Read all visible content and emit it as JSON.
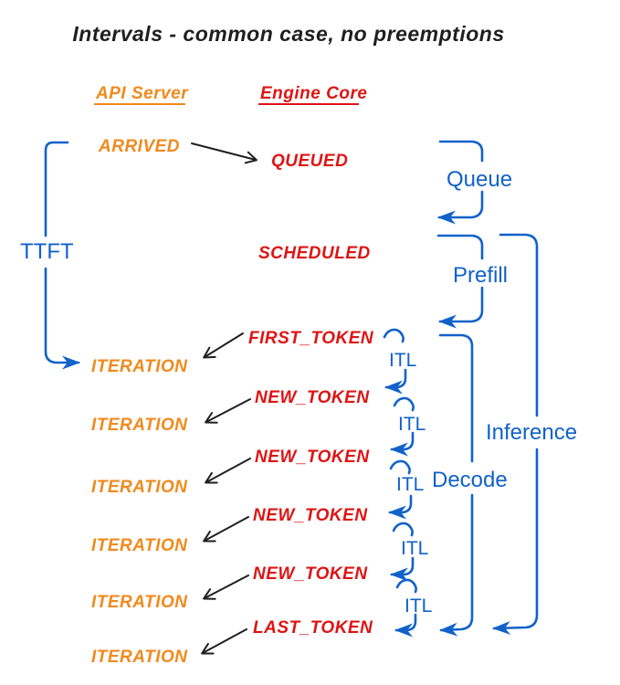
{
  "title": "Intervals - common case, no preemptions",
  "columns": {
    "api_server": "API Server",
    "engine_core": "Engine Core"
  },
  "api_events": {
    "arrived": "ARRIVED",
    "iteration": "ITERATION"
  },
  "engine_events": {
    "queued": "QUEUED",
    "scheduled": "SCHEDULED",
    "first_token": "FIRST_TOKEN",
    "new_token": "NEW_TOKEN",
    "last_token": "LAST_TOKEN"
  },
  "intervals": {
    "ttft": "TTFT",
    "queue": "Queue",
    "prefill": "Prefill",
    "decode": "Decode",
    "inference": "Inference",
    "itl": "ITL"
  },
  "colors": {
    "api_server_orange": "#F08A1D",
    "engine_core_red": "#DE1414",
    "interval_blue": "#1062C9",
    "arrow_black": "#1F1F1F",
    "background": "#FFFFFF"
  }
}
